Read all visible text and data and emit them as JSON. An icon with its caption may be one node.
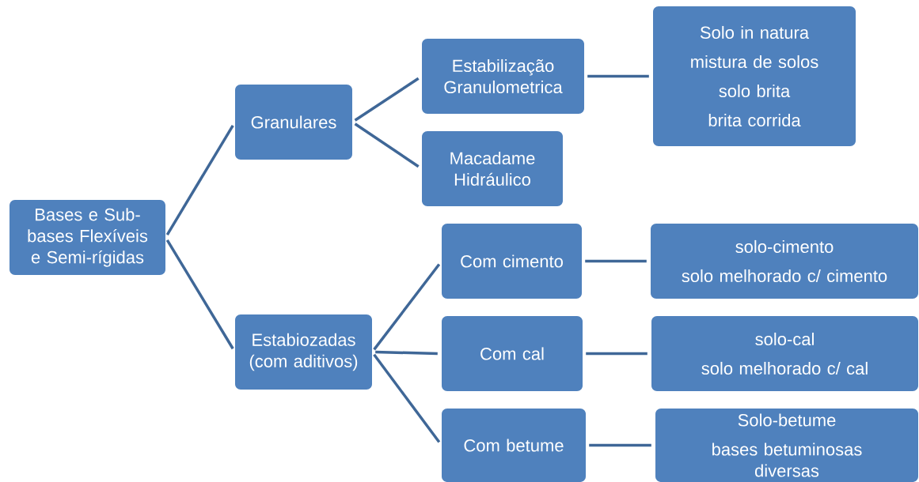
{
  "diagram": {
    "nodes": [
      {
        "text": [
          "Bases e Sub-bases Flexíveis e Semi-rígidas"
        ]
      },
      {
        "text": [
          "Granulares"
        ]
      },
      {
        "text": [
          "Estabiozadas (com aditivos)"
        ]
      },
      {
        "text": [
          "Estabilização Granulometrica"
        ]
      },
      {
        "text": [
          "Macadame Hidráulico"
        ]
      },
      {
        "text": [
          "Solo in natura",
          "mistura de solos",
          "solo brita",
          "brita corrida"
        ]
      },
      {
        "text": [
          "Com cimento"
        ]
      },
      {
        "text": [
          "Com cal"
        ]
      },
      {
        "text": [
          "Com betume"
        ]
      },
      {
        "text": [
          "solo-cimento",
          "solo melhorado c/ cimento"
        ]
      },
      {
        "text": [
          "solo-cal",
          "solo melhorado c/ cal"
        ]
      },
      {
        "text": [
          "Solo-betume",
          "bases betuminosas diversas"
        ]
      }
    ],
    "edges": [
      {
        "from": 0,
        "to": 1,
        "arrow": "none"
      },
      {
        "from": 0,
        "to": 2,
        "arrow": "none"
      },
      {
        "from": 1,
        "to": 3,
        "arrow": "none"
      },
      {
        "from": 1,
        "to": 4,
        "arrow": "none"
      },
      {
        "from": 2,
        "to": 6,
        "arrow": "none"
      },
      {
        "from": 2,
        "to": 7,
        "arrow": "none"
      },
      {
        "from": 2,
        "to": 8,
        "arrow": "none"
      },
      {
        "from": 3,
        "to": 5,
        "arrow": "none"
      },
      {
        "from": 6,
        "to": 9,
        "arrow": "none"
      },
      {
        "from": 7,
        "to": 10,
        "arrow": "none"
      },
      {
        "from": 8,
        "to": 11,
        "arrow": "none"
      }
    ]
  }
}
